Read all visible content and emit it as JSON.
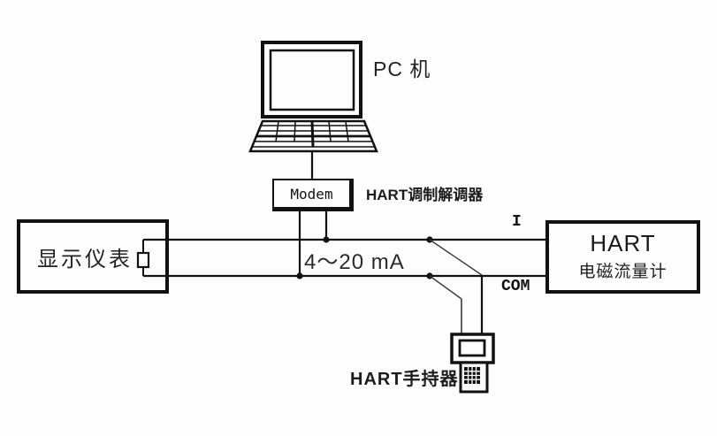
{
  "diagram": {
    "pc": {
      "label": "PC 机"
    },
    "modem": {
      "label": "Modem",
      "caption": "HART调制解调器"
    },
    "display_instrument": {
      "label": "显示仪表"
    },
    "flowmeter": {
      "title": "HART",
      "subtitle": "电磁流量计"
    },
    "signal": {
      "label": "4～20 mA"
    },
    "wires": {
      "current_label": "I",
      "common_label": "COM"
    },
    "handheld": {
      "caption": "HART手持器"
    },
    "colors": {
      "line": "#111111",
      "thin_line": "#3a3a3a",
      "background": "#fdfdfd",
      "text": "#1a1a1a"
    }
  }
}
